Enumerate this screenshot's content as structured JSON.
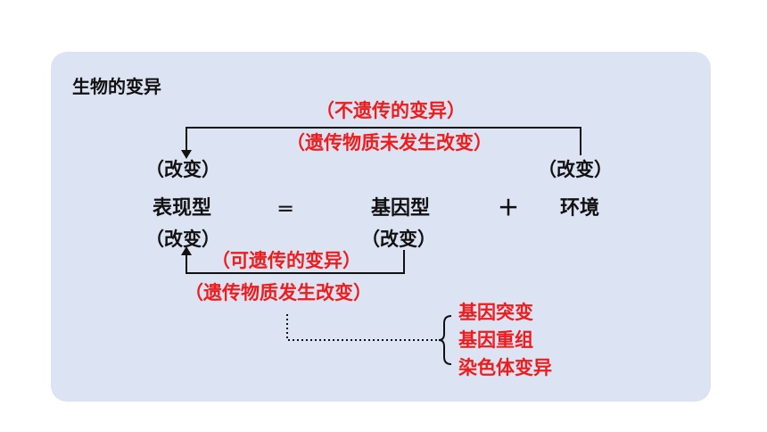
{
  "title": "生物的变异",
  "top_arrow": {
    "label": "（不遗传的变异）",
    "reason": "（遗传物质未发生改变）"
  },
  "left_change_top": "（改变）",
  "right_change_top": "（改变）",
  "equation": {
    "phenotype": "表现型",
    "equals": "═",
    "genotype": "基因型",
    "plus": "＋",
    "environment": "环境"
  },
  "left_change_bottom": "（改变）",
  "middle_change_bottom": "（改变）",
  "bottom_arrow": {
    "label": "（可遗传的变异）",
    "reason": "（遗传物质发生改变）"
  },
  "sources": [
    "基因突变",
    "基因重组",
    "染色体变异"
  ],
  "colors": {
    "red": "#ee1c1c",
    "panel": "#dce3f2",
    "text": "#111111"
  }
}
